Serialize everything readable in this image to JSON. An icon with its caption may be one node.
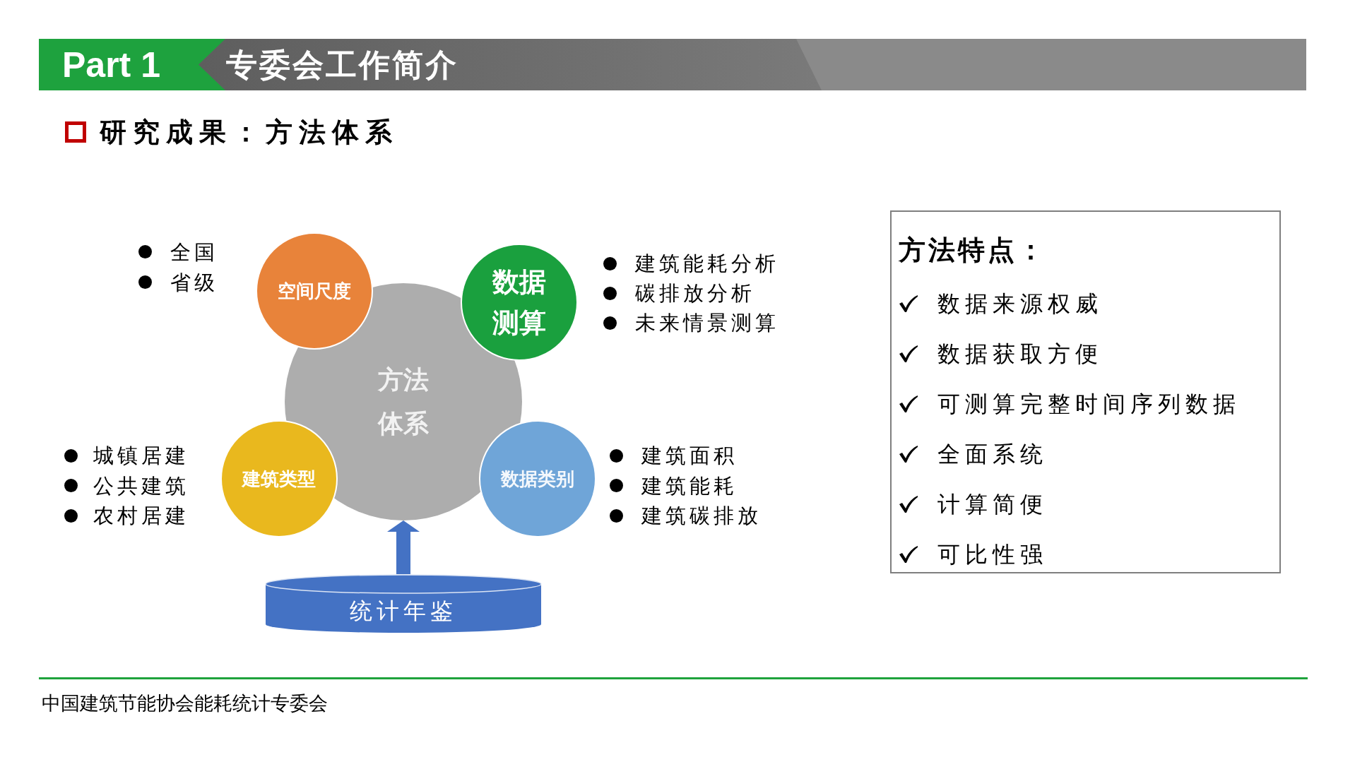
{
  "diagram": {
    "title": "专委会工作简介",
    "nodes": [
      {
        "text": [
          "空间尺度"
        ],
        "beside": [
          "全国",
          "省级"
        ]
      },
      {
        "text": [
          "数据测算"
        ],
        "beside": [
          "建筑能耗分析",
          "碳排放分析",
          "未来情景测算"
        ]
      },
      {
        "text": [
          "方法体系"
        ]
      },
      {
        "text": [
          "建筑类型"
        ],
        "beside": [
          "城镇居建",
          "公共建筑",
          "农村居建"
        ]
      },
      {
        "text": [
          "数据类别"
        ],
        "beside": [
          "建筑面积",
          "建筑能耗",
          "建筑碳排放"
        ]
      },
      {
        "text": [
          "统计年鉴"
        ]
      },
      {
        "text": [
          "方法特点：",
          "数据来源权威",
          "数据获取方便",
          "可测算完整时间序列数据",
          "全面系统",
          "计算简便",
          "可比性强"
        ]
      }
    ],
    "edges": [
      {
        "from": 5,
        "to": 2,
        "arrow": "to"
      }
    ],
    "labels": [
      "Part 1",
      "研究成果：方法体系",
      "中国建筑节能协会能耗统计专委会"
    ]
  }
}
